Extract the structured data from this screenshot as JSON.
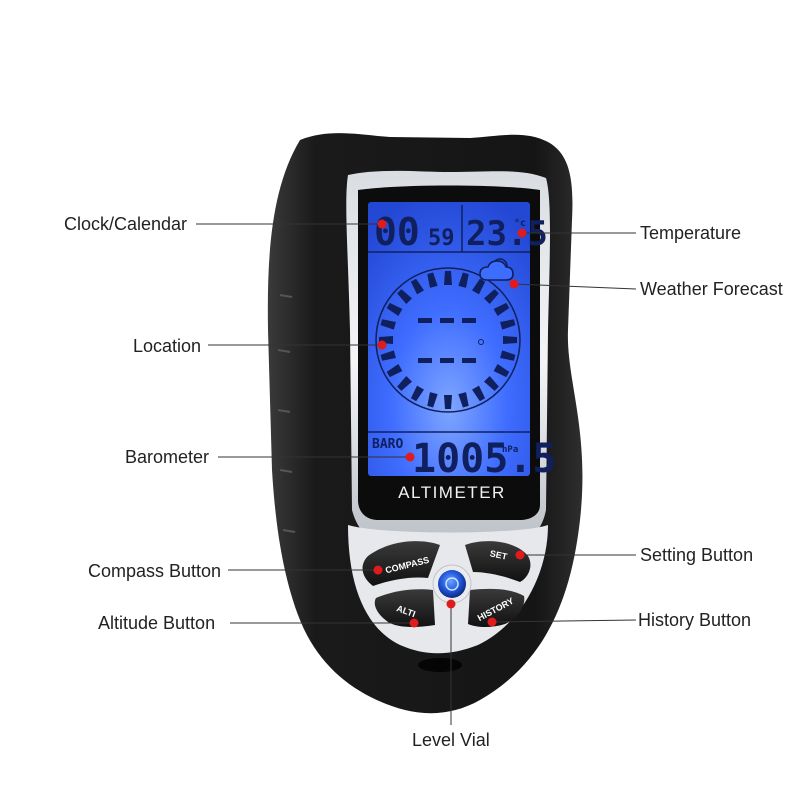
{
  "device": {
    "model_label": "ALTIMETER",
    "screen": {
      "clock": "00",
      "clock_seconds": "59",
      "temperature": "23.5",
      "temperature_unit": "°c",
      "baro_label": "BARO",
      "pressure": "1005.5",
      "pressure_unit": "hPa"
    },
    "buttons": {
      "compass": "COMPASS",
      "set": "SET",
      "alti": "ALTI",
      "history": "HISTORY"
    }
  },
  "callouts": {
    "clock_calendar": "Clock/Calendar",
    "temperature": "Temperature",
    "weather_forecast": "Weather Forecast",
    "location": "Location",
    "barometer": "Barometer",
    "compass_button": "Compass Button",
    "setting_button": "Setting Button",
    "altitude_button": "Altitude Button",
    "history_button": "History Button",
    "level_vial": "Level Vial"
  },
  "colors": {
    "lcd_backlight": "#3d6dff",
    "lcd_segments": "#10205e",
    "marker_dot": "#e01b1b",
    "body": "#1b1b1b"
  }
}
